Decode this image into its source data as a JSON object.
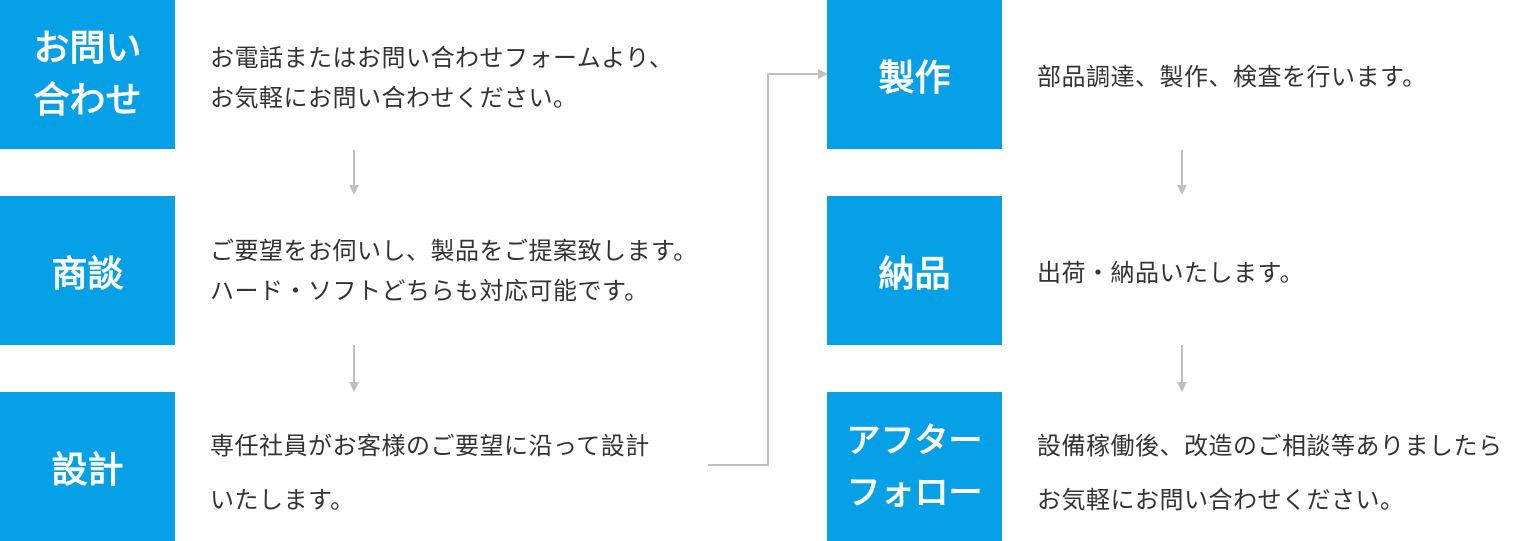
{
  "colors": {
    "box": "#06a0e6",
    "text": "#333333",
    "arrow": "#bfbfbf"
  },
  "steps": [
    {
      "label": "お問い\n合わせ",
      "desc": "お電話またはお問い合わせフォームより、\nお気軽にお問い合わせください。"
    },
    {
      "label": "商談",
      "desc": "ご要望をお伺いし、製品をご提案致します。\nハード・ソフトどちらも対応可能です。"
    },
    {
      "label": "設計",
      "desc": "専任社員がお客様のご要望に沿って設計\nいたします。"
    },
    {
      "label": "製作",
      "desc": "部品調達、製作、検査を行います。"
    },
    {
      "label": "納品",
      "desc": "出荷・納品いたします。"
    },
    {
      "label": "アフター\nフォロー",
      "desc": "設備稼働後、改造のご相談等ありましたら\nお気軽にお問い合わせください。"
    }
  ]
}
